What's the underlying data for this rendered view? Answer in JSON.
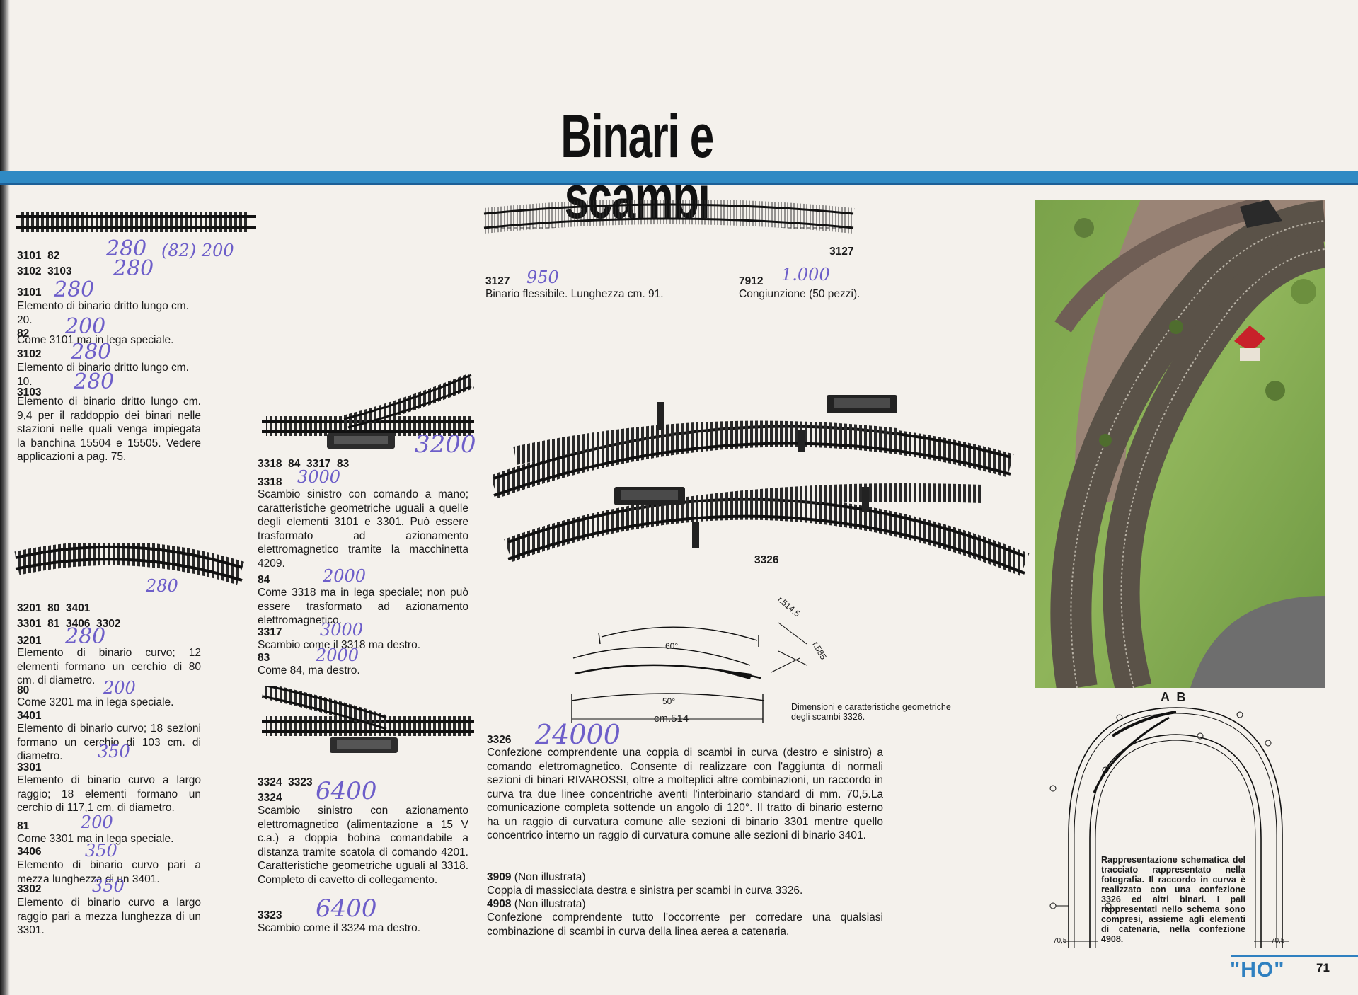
{
  "page": {
    "title": "Binari e scambi",
    "series_label": "\"HO\"",
    "page_number": "71"
  },
  "col1": {
    "codes_a1": "3101  82",
    "codes_a2": "3102  3103",
    "hand_a1": "280",
    "hand_a1b": "(82) 200",
    "hand_a2": "280",
    "p1_code": "3101",
    "p1_hand": "280",
    "p1_text": "Elemento di binario dritto lungo cm. 20.",
    "p2_code": "82",
    "p2_hand": "200",
    "p2_text": "Come 3101 ma in lega speciale.",
    "p3_code": "3102",
    "p3_hand": "280",
    "p3_text": "Elemento di binario dritto lungo cm. 10.",
    "p4_code": "3103",
    "p4_hand": "280",
    "p4_text": "Elemento di binario dritto lungo cm. 9,4 per il raddoppio dei binari nelle stazioni nelle quali venga impiegata la banchina 15504 e 15505. Vedere applicazioni a pag. 75.",
    "codes_b1": "3201  80  3401",
    "codes_b2": "3301  81  3406  3302",
    "hand_b": "280",
    "q1_code": "3201",
    "q1_hand": "280",
    "q1_text": "Elemento di binario curvo; 12 elementi formano un cerchio di 80 cm. di diametro.",
    "q2_code": "80",
    "q2_hand": "200",
    "q2_text": "Come 3201 ma in lega speciale.",
    "q3_code": "3401",
    "q3_text": "Elemento di binario curvo; 18 sezioni formano un cerchio di 103 cm. di diametro.",
    "q4_code": "3301",
    "q4_hand": "350",
    "q4_text": "Elemento di binario curvo a largo raggio; 18 elementi formano un cerchio di 117,1 cm. di diametro.",
    "q5_code": "81",
    "q5_hand": "200",
    "q5_text": "Come 3301 ma in lega speciale.",
    "q6_code": "3406",
    "q6_hand": "350",
    "q6_text": "Elemento di binario curvo pari a mezza lunghezza di un 3401.",
    "q7_code": "3302",
    "q7_hand": "350",
    "q7_text": "Elemento di binario curvo a largo raggio pari a mezza lunghezza di un 3301."
  },
  "col2": {
    "hand_top": "3200",
    "codes_a": "3318  84  3317  83",
    "r1_code": "3318",
    "r1_hand": "3000",
    "r1_text": "Scambio sinistro con comando a mano; caratteristiche geometriche uguali a quelle degli elementi 3101 e 3301. Può essere trasformato ad azionamento elettromagnetico tramite la macchinetta 4209.",
    "r2_code": "84",
    "r2_hand": "2000",
    "r2_text": "Come 3318 ma in lega speciale; non può essere trasformato ad azionamento elettromagnetico.",
    "r3_code": "3317",
    "r3_hand": "3000",
    "r3_text": "Scambio come il 3318 ma destro.",
    "r4_code": "83",
    "r4_hand": "2000",
    "r4_text": "Come 84, ma destro.",
    "codes_b": "3324  3323",
    "s1_code": "3324",
    "s1_hand": "6400",
    "s1_text": "Scambio sinistro con azionamento elettromagnetico (alimentazione a 15 V c.a.) a doppia bobina comandabile a distanza tramite scatola di comando 4201. Caratteristiche geometriche uguali al 3318. Completo di cavetto di collegamento.",
    "s2_code": "3323",
    "s2_hand": "6400",
    "s2_text": "Scambio come il 3324 ma destro."
  },
  "col3": {
    "flex_label": "3127",
    "t1_code": "3127",
    "t1_hand": "950",
    "t1_text": "Binario flessibile. Lunghezza cm. 91.",
    "t2_code": "7912",
    "t2_hand": "1.000",
    "t2_text": "Congiunzione (50 pezzi).",
    "curve_label": "3326",
    "dim_r1": "r.514,5",
    "dim_r2": "r.585",
    "dim_a1": "60°",
    "dim_a2": "50°",
    "dim_cm": "cm.514",
    "dim_caption": "Dimensioni e caratteristiche geometriche degli scambi 3326.",
    "u1_code": "3326",
    "u1_hand": "24000",
    "u1_text": "Confezione comprendente una coppia di scambi in curva (destro e sinistro) a comando elettromagnetico. Consente di realizzare con l'aggiunta di normali sezioni di binari RIVAROSSI, oltre a molteplici altre combinazioni, un raccordo in curva tra due linee concentriche aventi l'interbinario standard di mm. 70,5.La comunicazione completa sottende un angolo di 120°. Il tratto di binario esterno ha un raggio di curvatura comune alle sezioni di binario 3301 mentre quello concentrico interno un raggio di curvatura comune alle sezioni di binario 3401.",
    "u2_code": "3909",
    "u2_note": "(Non illustrata)",
    "u2_text": "Coppia di massicciata destra e sinistra per scambi in curva 3326.",
    "u3_code": "4908",
    "u3_note": "(Non illustrata)",
    "u3_text": "Confezione comprendente tutto l'occorrente per corredare una qualsiasi combinazione di scambi in curva della linea aerea a catenaria."
  },
  "col4": {
    "schema_marks": "A  B",
    "schema_dim1": "70,5",
    "schema_dim2": "70,5",
    "schema_caption": "Rappresentazione schematica del tracciato rappresentato nella fotografia. Il raccordo in curva è realizzato con una confezione 3326 ed altri binari. I pali rappresentati nello schema sono compresi, assieme agli elementi di catenaria, nella confezione 4908."
  },
  "colors": {
    "band": "#2f8ac4",
    "handwriting": "#6d5ec9",
    "ho_label": "#2f80c0"
  }
}
